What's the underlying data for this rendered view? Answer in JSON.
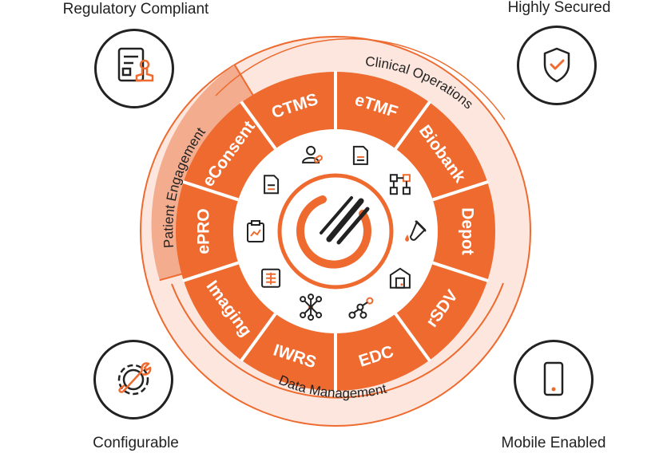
{
  "corners": {
    "top_left": "Regulatory Compliant",
    "top_right": "Highly Secured",
    "bottom_left": "Configurable",
    "bottom_right": "Mobile Enabled"
  },
  "bands": {
    "clinical_operations": "Clinical Operations",
    "patient_engagement": "Patient Engagement",
    "data_management": "Data Management"
  },
  "modules": [
    {
      "label": "CTMS",
      "icon": "user-pill-icon"
    },
    {
      "label": "eTMF",
      "icon": "document-icon"
    },
    {
      "label": "Biobank",
      "icon": "workflow-icon"
    },
    {
      "label": "Depot",
      "icon": "test-tube-icon"
    },
    {
      "label": "rSDV",
      "icon": "warehouse-icon"
    },
    {
      "label": "EDC",
      "icon": "network-graph-icon"
    },
    {
      "label": "IWRS",
      "icon": "molecule-icon"
    },
    {
      "label": "Imaging",
      "icon": "scan-icon"
    },
    {
      "label": "ePRO",
      "icon": "clipboard-chart-icon"
    },
    {
      "label": "eConsent",
      "icon": "consent-document-icon"
    }
  ],
  "colors": {
    "accent": "#EE6A2F",
    "band_light": "#FCE6DD",
    "band_mid": "#F3AC8E",
    "text": "#222222"
  }
}
